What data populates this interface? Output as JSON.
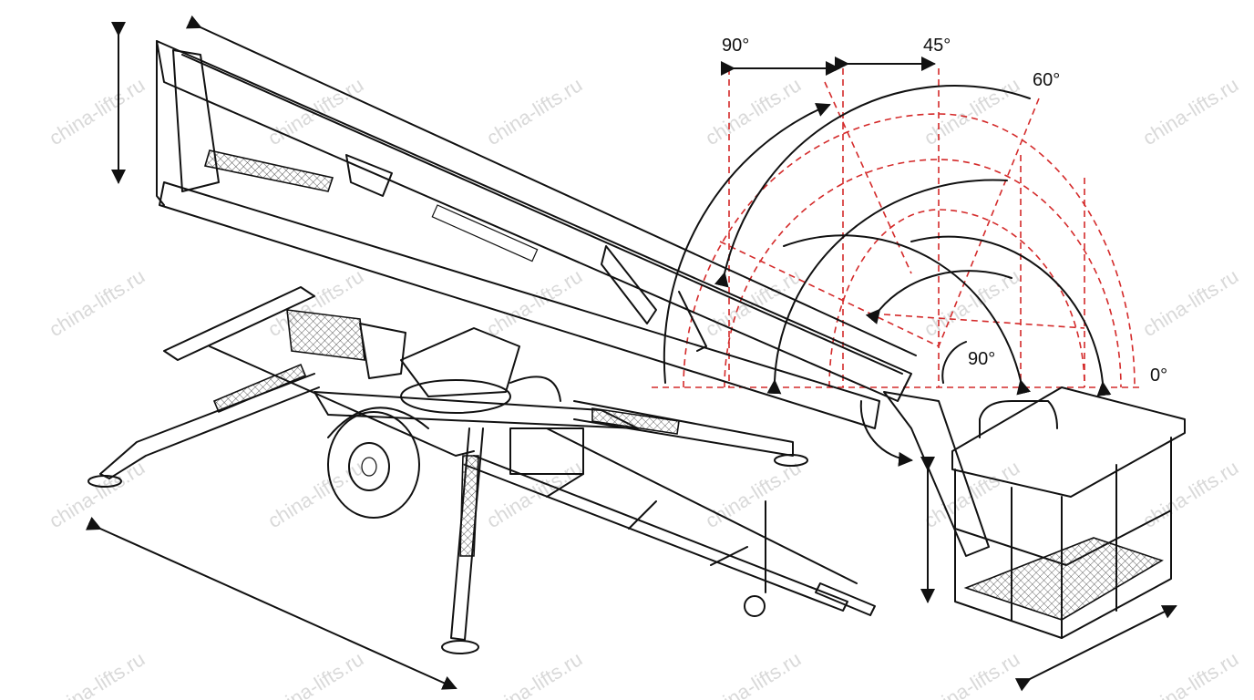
{
  "watermark": "china-lifts.ru",
  "angle_labels": {
    "top_left": "90°",
    "top_mid": "45°",
    "top_right": "60°",
    "inner": "90°",
    "horizontal": "0°"
  },
  "colors": {
    "line": "#111111",
    "angle_guides": "#d42a2a",
    "watermark": "#c9c9c9"
  }
}
